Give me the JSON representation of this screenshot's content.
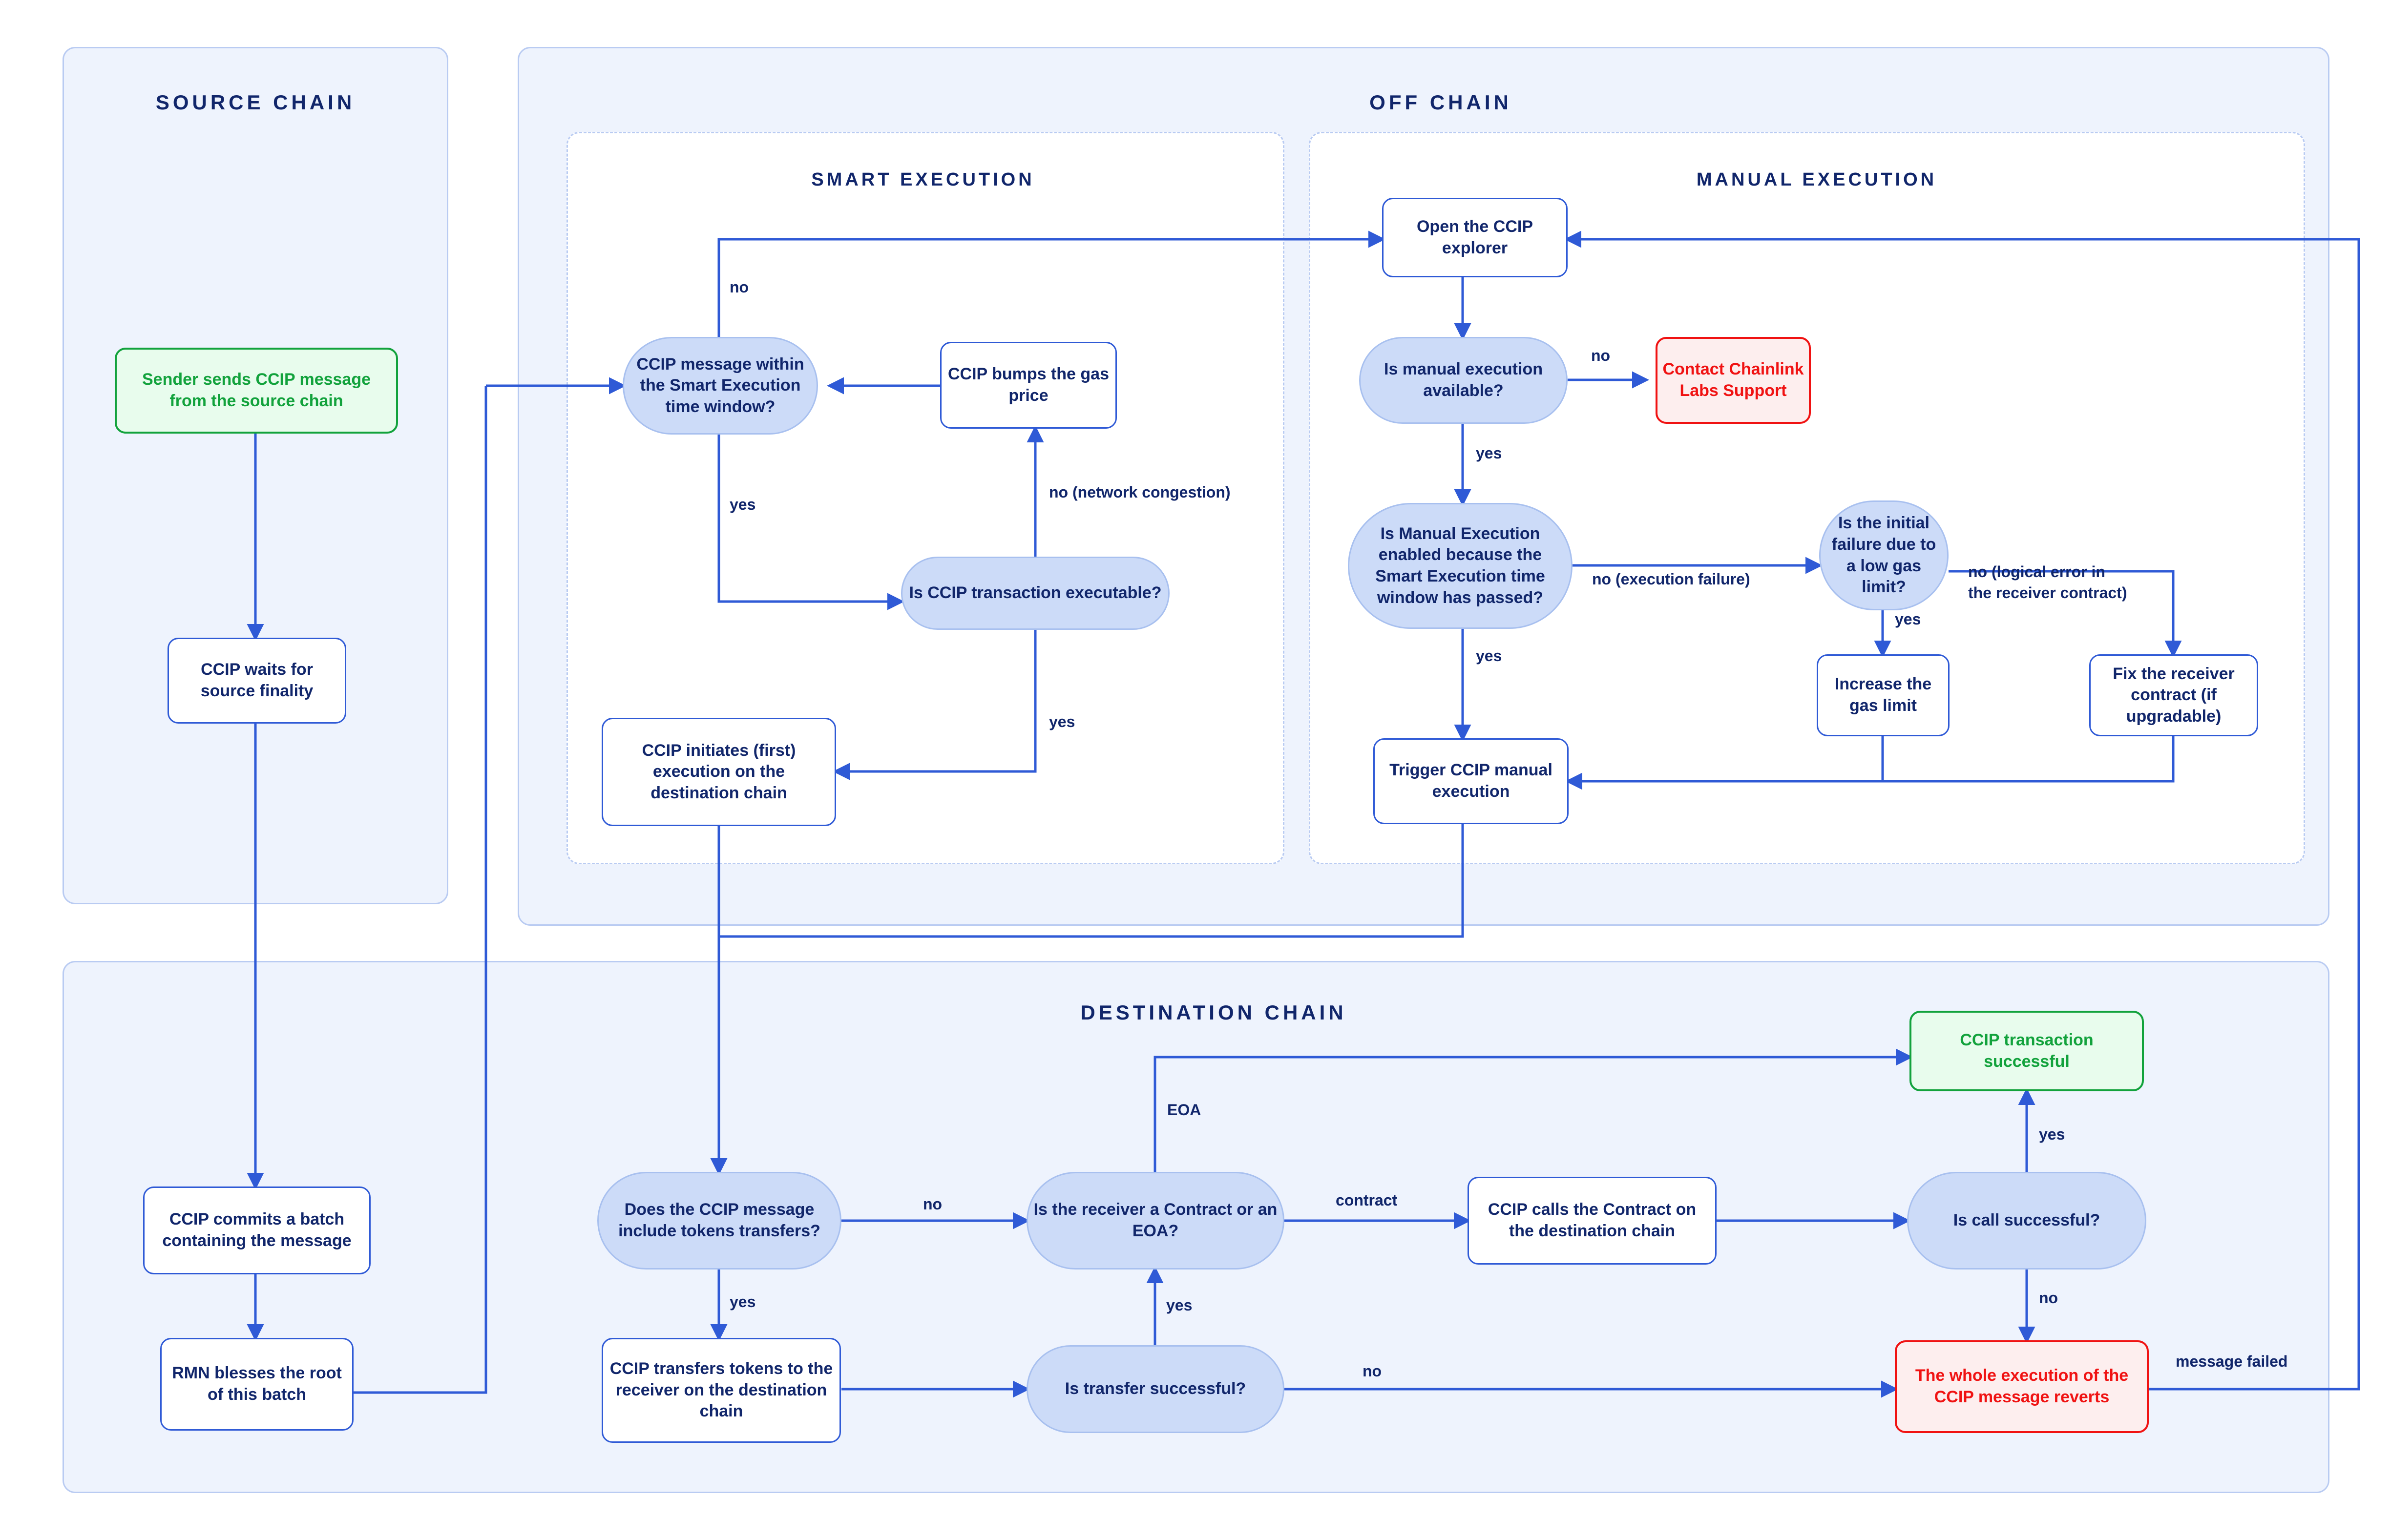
{
  "lanes": {
    "source_chain": {
      "title": "SOURCE CHAIN"
    },
    "off_chain": {
      "title": "OFF CHAIN"
    },
    "smart_execution": {
      "title": "SMART EXECUTION"
    },
    "manual_execution": {
      "title": "MANUAL EXECUTION"
    },
    "destination_chain": {
      "title": "DESTINATION CHAIN"
    }
  },
  "nodes": {
    "sender_sends": "Sender sends CCIP message from the source chain",
    "waits_finality": "CCIP waits for source finality",
    "commits_batch": "CCIP commits a batch containing the message",
    "rmn_blesses": "RMN blesses the root of this batch",
    "within_window": "CCIP message within the Smart Execution time window?",
    "bumps_gas": "CCIP bumps the gas price",
    "is_executable": "Is CCIP transaction executable?",
    "initiates_execution": "CCIP initiates (first) execution on the destination chain",
    "open_explorer": "Open the CCIP explorer",
    "manual_available": "Is manual execution available?",
    "contact_support": "Contact Chainlink Labs Support",
    "manual_enabled": "Is Manual Execution enabled because the Smart Execution time window has passed?",
    "initial_failure": "Is the initial failure due to a low gas limit?",
    "increase_gas": "Increase the gas limit",
    "fix_receiver": "Fix the receiver contract (if upgradable)",
    "trigger_manual": "Trigger CCIP manual execution",
    "includes_tokens": "Does the CCIP message include tokens transfers?",
    "transfers_tokens": "CCIP transfers tokens to the receiver on the destination chain",
    "transfer_successful": "Is transfer successful?",
    "receiver_type": "Is the receiver a Contract or an EOA?",
    "calls_contract": "CCIP calls the Contract on the destination chain",
    "call_successful": "Is call successful?",
    "tx_successful": "CCIP transaction successful",
    "reverts": "The whole execution of the CCIP message reverts"
  },
  "edge_labels": {
    "window_no": "no",
    "window_yes": "yes",
    "executable_no": "no (network congestion)",
    "executable_yes": "yes",
    "manual_available_no": "no",
    "manual_available_yes": "yes",
    "manual_enabled_no": "no (execution failure)",
    "manual_enabled_yes": "yes",
    "failure_yes": "yes",
    "failure_no": "no (logical error in the receiver contract)",
    "tokens_no": "no",
    "tokens_yes": "yes",
    "transfer_yes": "yes",
    "transfer_no": "no",
    "receiver_eoa": "EOA",
    "receiver_contract": "contract",
    "call_yes": "yes",
    "call_no": "no",
    "message_failed": "message failed"
  },
  "colors": {
    "lane_fill": "#eef3fd",
    "lane_border": "#b9cbf2",
    "node_border": "#2f5ad6",
    "decision_fill": "#ccdbf8",
    "text": "#11266b",
    "success": "#12a23c",
    "error": "#f01212",
    "wire": "#2f5ad6"
  }
}
